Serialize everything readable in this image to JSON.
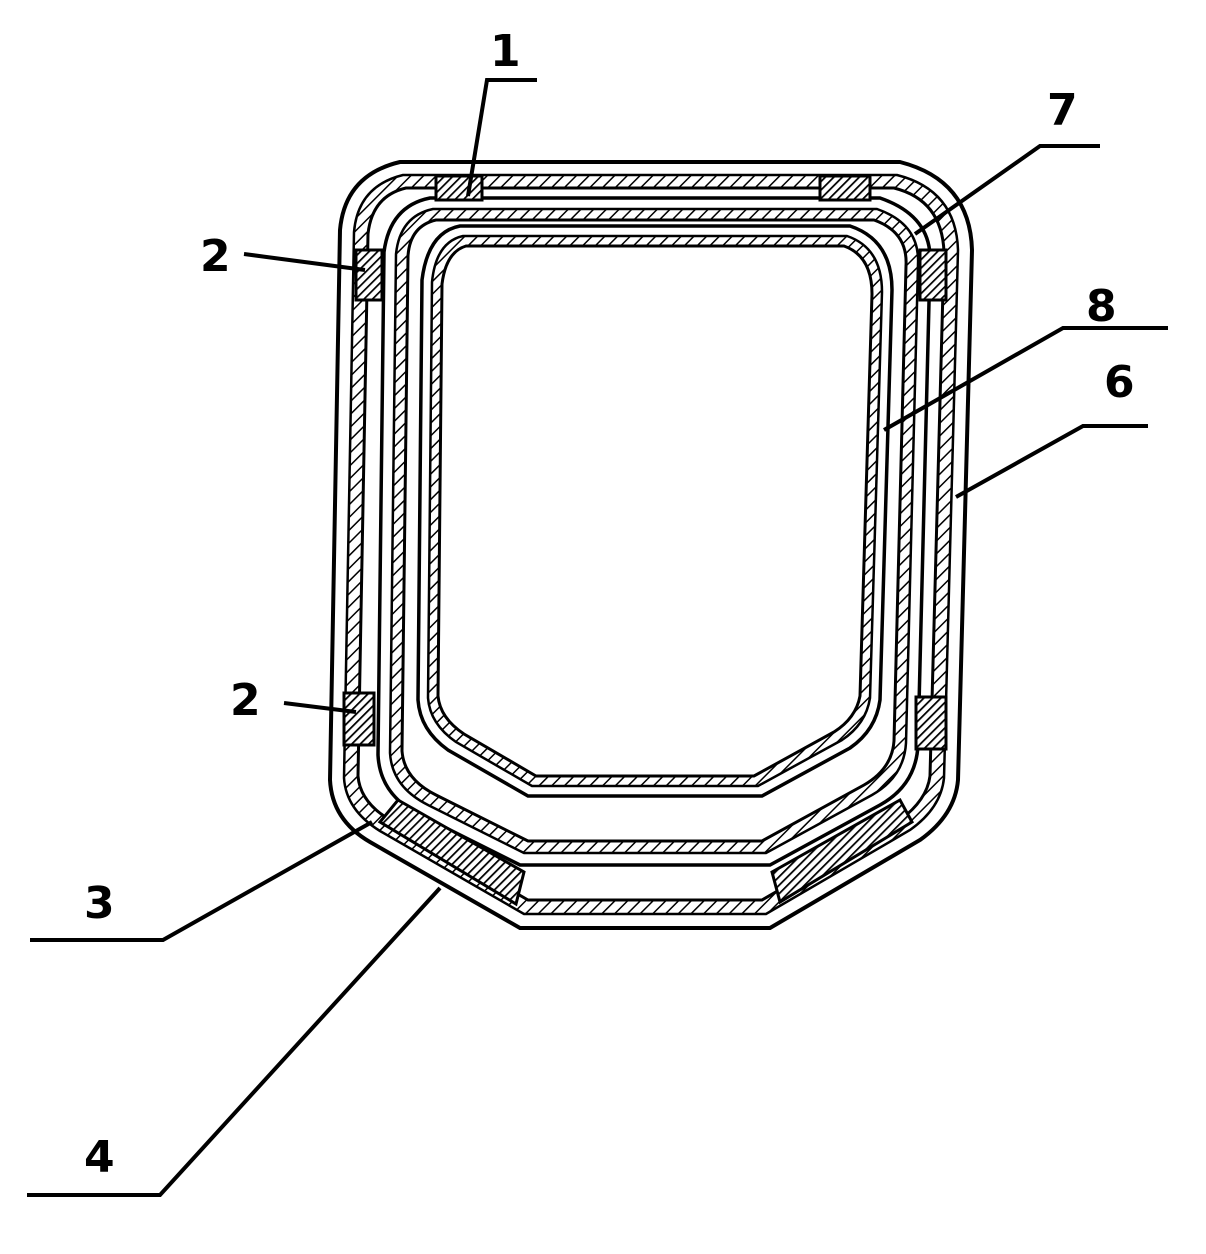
{
  "colors": {
    "ink": "#000000",
    "paper": "#ffffff"
  },
  "labels": {
    "l1": "1",
    "l2a": "2",
    "l2b": "2",
    "l3": "3",
    "l4": "4",
    "l6": "6",
    "l7": "7",
    "l8": "8"
  }
}
